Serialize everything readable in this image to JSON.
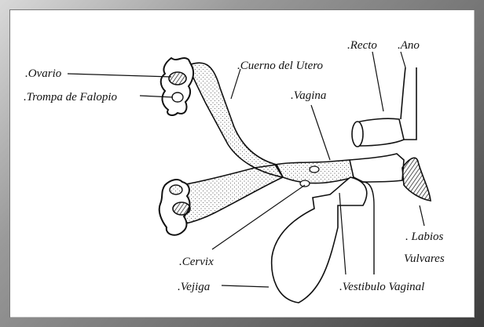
{
  "diagram": {
    "labels": {
      "ovario": ".Ovario",
      "trompa": ".Trompa de Falopio",
      "cuerno": ".Cuerno del Utero",
      "vagina": ".Vagina",
      "recto": ".Recto",
      "ano": ".Ano",
      "labios_1": ". Labios",
      "labios_2": "Vulvares",
      "cervix": ".Cervix",
      "vejiga": ".Vejiga",
      "vestibulo": ".Vestibulo Vaginal"
    }
  }
}
